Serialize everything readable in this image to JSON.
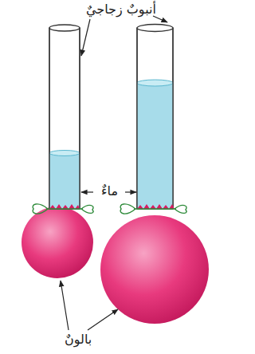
{
  "diagram": {
    "labels": [
      "أنبوبٌ زجاجيٌ",
      "ماءٌ",
      "بالونٌ"
    ]
  }
}
